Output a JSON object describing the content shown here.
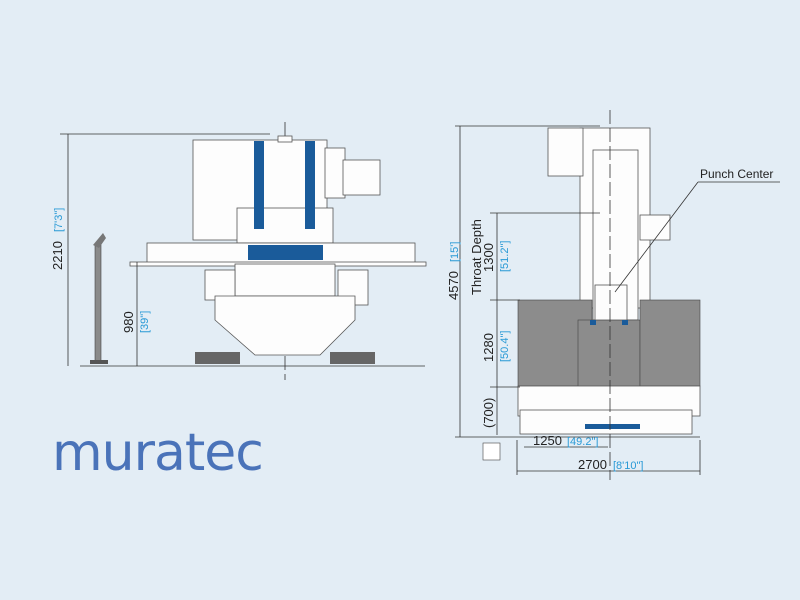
{
  "brand": {
    "logo_text": "muratec",
    "color": "#4a73b9"
  },
  "front_view": {
    "overall_height": "2210",
    "overall_height_imperial": "[7'3\"]",
    "table_height": "980",
    "table_height_imperial": "[39\"]"
  },
  "side_view": {
    "overall_depth": "4570",
    "overall_depth_imperial": "[15']",
    "throat_depth_label": "Throat Depth",
    "throat_depth": "1300",
    "throat_depth_imperial": "[51.2\"]",
    "table_depth": "1280",
    "table_depth_imperial": "[50.4\"]",
    "front_depth": "(700)",
    "half_width": "1250",
    "half_width_imperial": "[49.2\"]",
    "overall_width": "2700",
    "overall_width_imperial": "[8'10\"]",
    "punch_center_label": "Punch Center"
  },
  "colors": {
    "accent_blue": "#1a5b9a",
    "table_gray": "#8c8c8c",
    "dimension_blue": "#2a9ad6"
  }
}
